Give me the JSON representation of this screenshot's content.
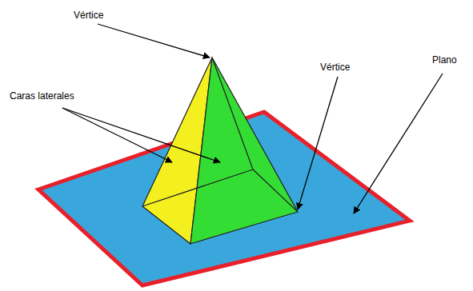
{
  "diagram": {
    "labels": [
      "Vértice",
      "Caras laterales",
      "Vértice",
      "Plano"
    ]
  }
}
